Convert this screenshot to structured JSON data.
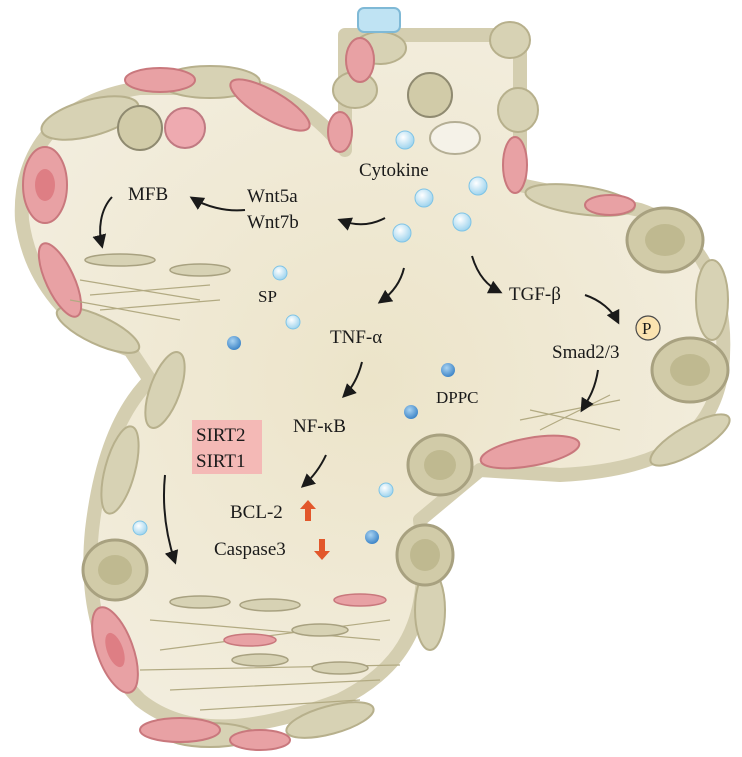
{
  "labels": {
    "cytokine": "Cytokine",
    "mfb": "MFB",
    "wnt5a": "Wnt5a",
    "wnt7b": "Wnt7b",
    "sp": "SP",
    "tnf": "TNF-α",
    "tgf": "TGF-β",
    "p": "P",
    "smad": "Smad2/3",
    "dppc": "DPPC",
    "nfkb": "NF-κB",
    "sirt2": "SIRT2",
    "sirt1": "SIRT1",
    "bcl2": "BCL-2",
    "caspase": "Caspase3"
  },
  "colors": {
    "background": "#f0ead8",
    "cell_beige": "#d7d2b4",
    "cell_pink": "#e8a1a4",
    "nucleus_pink": "#de7e84",
    "nucleus_beige": "#bfb990",
    "droplet_light": "#bfe3f3",
    "droplet_blue": "#5b9fd6",
    "arrow": "#1a1a1a",
    "up_down_arrow": "#e2572b",
    "sirt_box": "#f4b9b6",
    "p_circle": "#fbe3b0"
  },
  "icons": [
    "arrow-up-icon",
    "arrow-down-icon",
    "phosphate-icon"
  ]
}
